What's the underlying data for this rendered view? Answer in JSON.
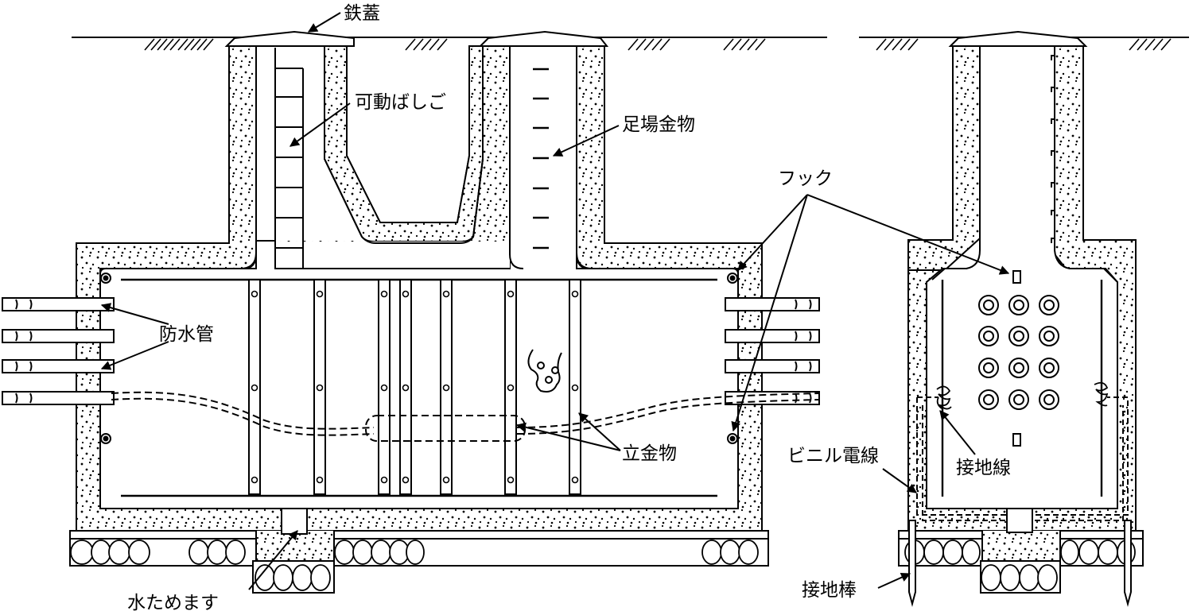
{
  "labels": {
    "iron_lid": "鉄蓋",
    "movable_ladder": "可動ばしご",
    "scaffold_fitting": "足場金物",
    "hook": "フック",
    "waterproof_pipe": "防水管",
    "vertical_fitting": "立金物",
    "sump": "水ためます",
    "vinyl_wire": "ビニル電線",
    "ground_wire": "接地線",
    "ground_rod": "接地棒"
  },
  "colors": {
    "line": "#000000",
    "fill": "#ffffff"
  }
}
